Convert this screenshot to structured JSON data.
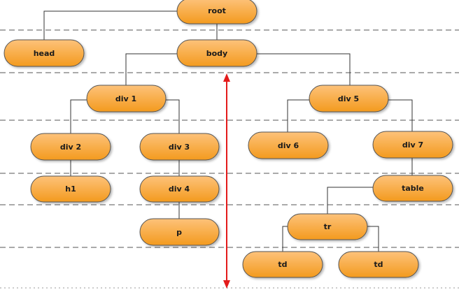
{
  "nodes": {
    "root": "root",
    "head": "head",
    "body": "body",
    "div1": "div 1",
    "div5": "div 5",
    "div2": "div 2",
    "div3": "div 3",
    "div6": "div 6",
    "div7": "div 7",
    "h1": "h1",
    "div4": "div 4",
    "table": "table",
    "p": "p",
    "tr": "tr",
    "td1": "td",
    "td2": "td"
  },
  "colors": {
    "node_fill_top": "#fdc27a",
    "node_fill_bottom": "#f39a1e",
    "node_stroke": "#555555",
    "connector": "#333333",
    "level_divider": "#555555",
    "depth_arrow": "#e31b1b"
  }
}
